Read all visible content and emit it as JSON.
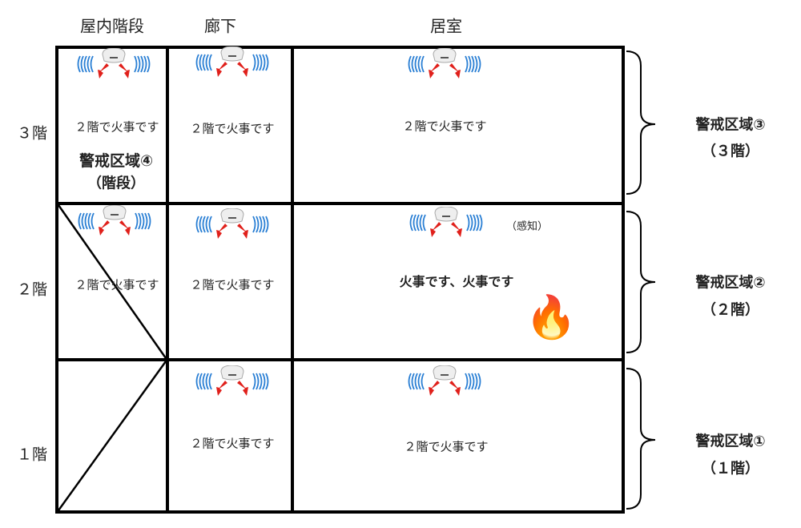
{
  "columns": [
    "屋内階段",
    "廊下",
    "居室"
  ],
  "rows": [
    "３階",
    "２階",
    "１階"
  ],
  "message": "２階で火事です",
  "alarm_message": "火事です、火事です",
  "sensed_label": "（感知）",
  "zone4": {
    "name": "警戒区域④",
    "sub": "（階段）"
  },
  "zones": [
    {
      "name": "警戒区域③",
      "sub": "（３階）"
    },
    {
      "name": "警戒区域②",
      "sub": "（２階）"
    },
    {
      "name": "警戒区域①",
      "sub": "（１階）"
    }
  ],
  "icons": {
    "detector": "smoke-detector-icon",
    "fire": "fire-icon"
  },
  "colors": {
    "wave": "#2a7fd4",
    "arrow": "#e0201b",
    "line": "#000000"
  }
}
